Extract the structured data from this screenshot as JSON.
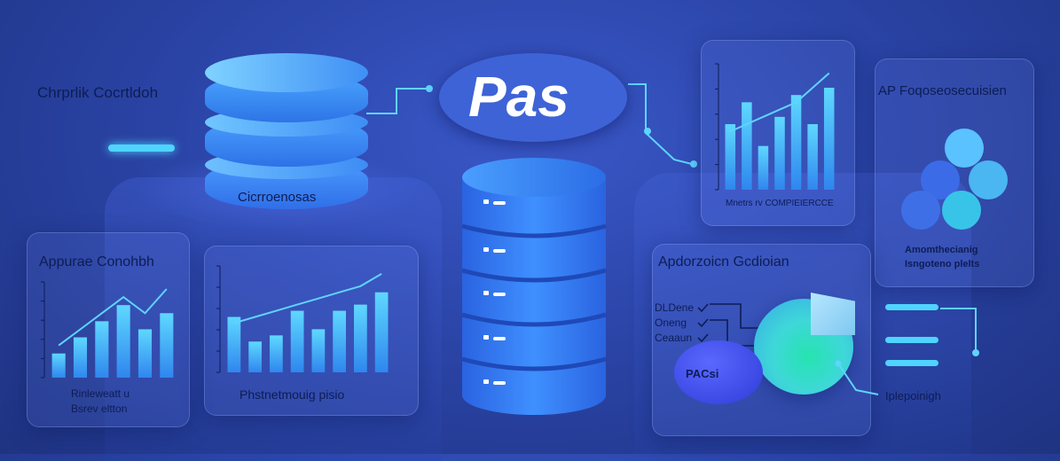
{
  "colors": {
    "accent": "#4fd4ff",
    "bar": "#3aaef5",
    "pie_main": "#3ed8d8",
    "pie_slice": "#9ad8f6",
    "pas_pill": "#3e63d6"
  },
  "top_left": {
    "title": "Chrprlik Cocrtldoh"
  },
  "database_left": {
    "label": "Cicrroenosas"
  },
  "center": {
    "pill_text": "Pas"
  },
  "card_app": {
    "title": "Appurae Conohbh",
    "caption_line1": "Rinleweatt u",
    "caption_line2": "Bsrev eltton",
    "bar_values": [
      3,
      5,
      7,
      9,
      6,
      8
    ],
    "line_values": [
      4,
      6,
      8,
      10,
      8,
      11
    ]
  },
  "card_middle": {
    "caption": "Phstnetmouig pisio",
    "bar_values": [
      9,
      5,
      6,
      10,
      7,
      10,
      11,
      13
    ],
    "line_values": [
      8,
      9,
      10,
      11,
      12,
      13,
      14,
      16
    ]
  },
  "card_top_chart": {
    "caption": "Mnetrs rv COMPIEIERCCE",
    "bar_values": [
      9,
      12,
      6,
      10,
      13,
      9,
      14
    ],
    "line_values": [
      8,
      9,
      10,
      11,
      12,
      14,
      16
    ]
  },
  "card_ap": {
    "title": "AP Foqoseosecuisien",
    "caption_line1": "Amomthecianig",
    "caption_line2": "Isngoteno plelts"
  },
  "card_applications": {
    "title": "Apdorzoicn Gcdioian",
    "checklist": [
      "DLDene",
      "Oneng",
      "Ceaaun"
    ],
    "pill_label": "PACsi",
    "footer": "Iplepoinigh"
  }
}
